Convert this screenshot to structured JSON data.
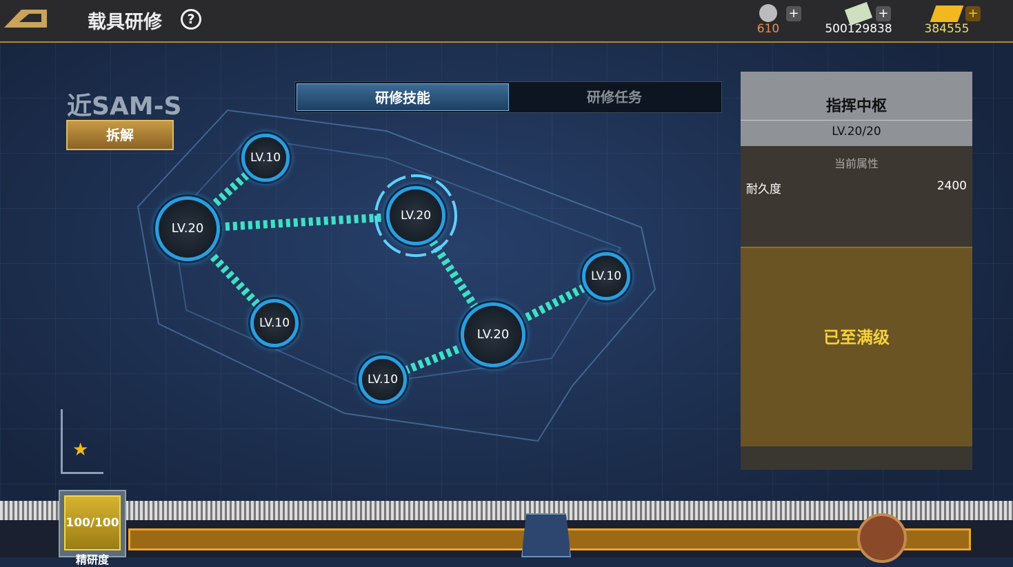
{
  "header": {
    "title": "载具研修",
    "help_icon": "?"
  },
  "resources": [
    {
      "name": "medal",
      "value": "610",
      "color": "#e3905a"
    },
    {
      "name": "cash",
      "value": "500129838",
      "color": "#ffffff"
    },
    {
      "name": "gold",
      "value": "384555",
      "color": "#eedf6a"
    }
  ],
  "vehicle": {
    "name": "近SAM-S",
    "dismantle_label": "拆解"
  },
  "tabs": [
    {
      "label": "研修技能",
      "active": true
    },
    {
      "label": "研修任务",
      "active": false
    }
  ],
  "nodes": [
    {
      "label": "LV.10"
    },
    {
      "label": "LV.20"
    },
    {
      "label": "LV.20"
    },
    {
      "label": "LV.10"
    },
    {
      "label": "LV.10"
    },
    {
      "label": "LV.20"
    },
    {
      "label": "LV.10"
    }
  ],
  "panel": {
    "name": "指挥中枢",
    "level": "LV.20/20",
    "attr_header": "当前属性",
    "attrs": [
      {
        "name": "耐久度",
        "value": "2400"
      }
    ],
    "status": "已至满级"
  },
  "progress": {
    "value": "100/100",
    "label": "精研度",
    "fraction": 1.0
  }
}
